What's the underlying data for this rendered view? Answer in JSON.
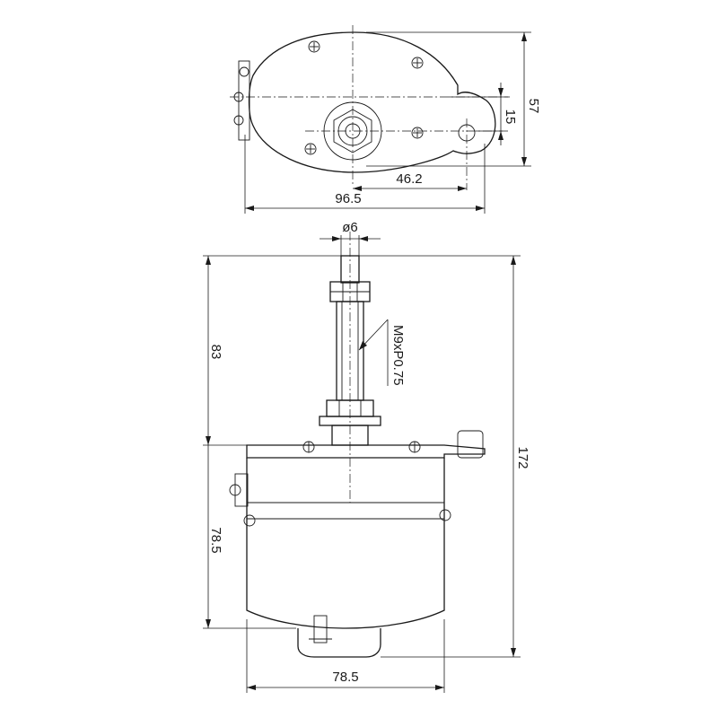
{
  "top_view": {
    "dimensions": {
      "height_total": "57",
      "height_small": "15",
      "shaft_to_hole": "46.2",
      "overall_width": "96.5"
    }
  },
  "side_view": {
    "dimensions": {
      "shaft_diameter": "ø6",
      "thread_spec": "M9xP0.75",
      "shaft_length": "83",
      "overall_height": "172",
      "body_height": "78.5",
      "body_width": "78.5"
    }
  }
}
